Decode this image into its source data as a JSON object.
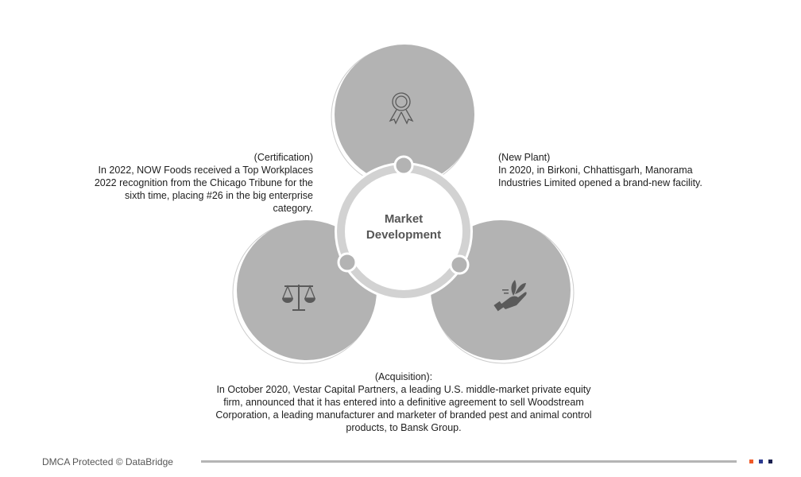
{
  "center": {
    "line1": "Market",
    "line2": "Development"
  },
  "certification": {
    "heading": "(Certification)",
    "body": "In 2022, NOW Foods received a Top Workplaces 2022 recognition from the Chicago Tribune for the sixth time, placing #26 in the big enterprise category."
  },
  "new_plant": {
    "heading": "(New Plant)",
    "body": "In 2020, in Birkoni, Chhattisgarh, Manorama Industries Limited opened a brand-new facility."
  },
  "acquisition": {
    "heading": "(Acquisition):",
    "body": "In October 2020, Vestar Capital Partners, a leading U.S. middle-market private equity firm, announced that it has entered into a definitive agreement to sell Woodstream Corporation, a leading manufacturer and marketer of branded pest and animal control products, to Bansk Group."
  },
  "footer": {
    "text": "DMCA Protected © DataBridge"
  },
  "colors": {
    "circle": "#b3b3b3",
    "ring": "#d2d2d2",
    "icon": "#5a5a5a",
    "sq1": "#f05a28",
    "sq2": "#2b3990",
    "sq3": "#1b2150"
  }
}
